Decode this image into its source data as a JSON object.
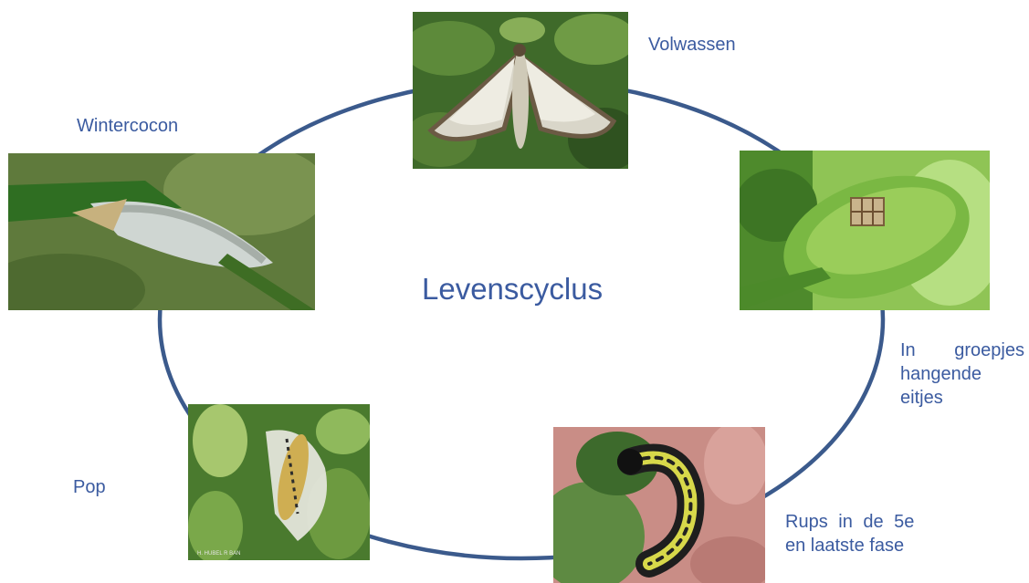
{
  "title": "Levenscyclus",
  "cycle_color": "#3b5a8c",
  "label_color": "#3b5ba0",
  "stages": {
    "adult": {
      "label": "Volwassen"
    },
    "eggs": {
      "label_lines": [
        "In groepjes",
        "hangende",
        "eitjes"
      ]
    },
    "larva": {
      "label_lines": [
        "Rups in de 5e",
        "en laatste fase"
      ]
    },
    "pupa": {
      "label": "Pop",
      "photo_watermark": "H. HUBEL R BAN"
    },
    "cocoon": {
      "label": "Wintercocon"
    }
  }
}
